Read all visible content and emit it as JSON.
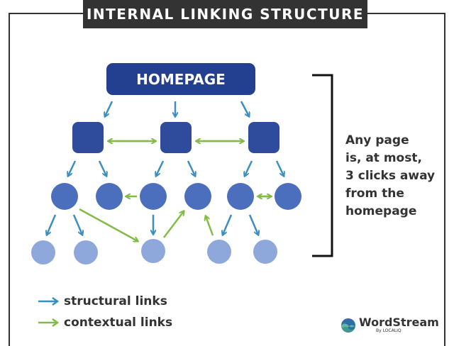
{
  "title": "INTERNAL LINKING STRUCTURE",
  "homepage_label": "HOMEPAGE",
  "side_note": [
    "Any page",
    "is, at most,",
    "3 clicks away",
    "from the",
    "homepage"
  ],
  "legend": {
    "structural": "structural links",
    "contextual": "contextual links"
  },
  "brand": {
    "name": "WordStream",
    "sub": "By LOCALIQ"
  },
  "colors": {
    "dark_blue": "#2f4c9c",
    "homepage_blue": "#233f90",
    "mid_blue": "#4b6fbd",
    "light_blue": "#8fa8dc",
    "structural_arrow": "#3c8ebd",
    "contextual_arrow": "#82bb45",
    "text_dark": "#333333"
  }
}
